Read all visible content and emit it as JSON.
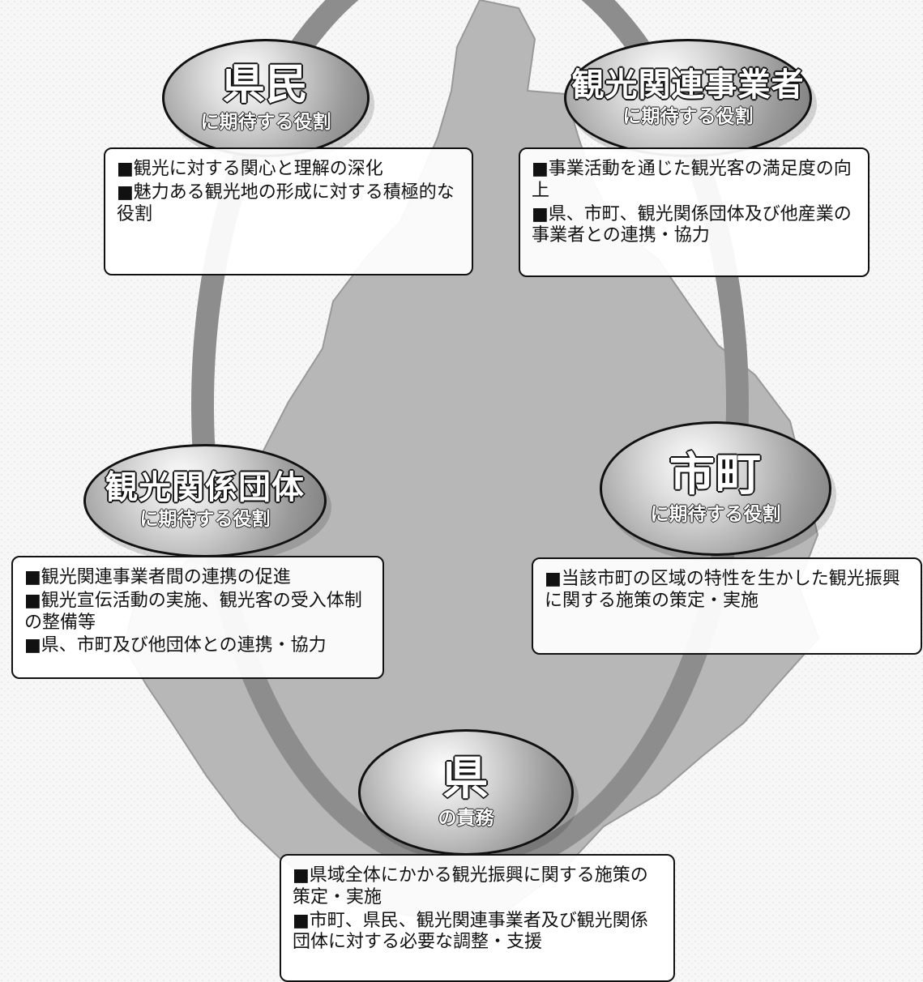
{
  "nodes": {
    "prefectural_residents": {
      "title": "県民",
      "subtitle": "に期待する役割",
      "items": [
        "観光に対する関心と理解の深化",
        "魅力ある観光地の形成に対する積極的な役割"
      ]
    },
    "tourism_businesses": {
      "title": "観光関連事業者",
      "subtitle": "に期待する役割",
      "items": [
        "事業活動を通じた観光客の満足度の向上",
        "県、市町、観光関係団体及び他産業の事業者との連携・協力"
      ]
    },
    "tourism_organizations": {
      "title": "観光関係団体",
      "subtitle": "に期待する役割",
      "items": [
        "観光関連事業者間の連携の促進",
        "観光宣伝活動の実施、観光客の受入体制の整備等",
        "県、市町及び他団体との連携・協力"
      ]
    },
    "municipalities": {
      "title": "市町",
      "subtitle": "に期待する役割",
      "items": [
        "当該市町の区域の特性を生かした観光振興に関する施策の策定・実施"
      ]
    },
    "prefecture": {
      "title": "県",
      "subtitle": "の責務",
      "items": [
        "県域全体にかかる観光振興に関する施策の策定・実施",
        "市町、県民、観光関連事業者及び観光関係団体に対する必要な調整・支援"
      ]
    }
  },
  "bullet_symbol": "■",
  "colors": {
    "ring": "#8d8d8d",
    "map_fill": "#b7b7b7",
    "node_outline": "#111111",
    "box_outline": "#111111",
    "text": "#111111"
  },
  "icon_names": {
    "map": "prefecture-map-silhouette",
    "ring": "cycle-ring"
  }
}
